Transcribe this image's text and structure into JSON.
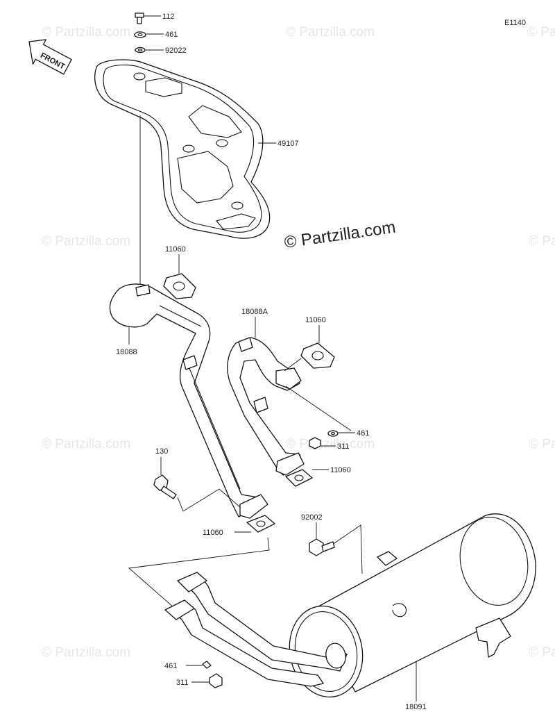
{
  "diagram": {
    "code": "E1140",
    "front_label": "FRONT",
    "copyright": "© Partzilla.com",
    "watermark": "© Partzilla.com",
    "callouts": {
      "bolt_top": "112",
      "washer_top": "461",
      "washer_top_2": "92022",
      "heat_guard": "49107",
      "gasket_upper_left": "11060",
      "pipe_left": "18088",
      "pipe_right": "18088A",
      "gasket_upper_right": "11060",
      "washer_mid": "461",
      "nut_mid": "311",
      "gasket_mid_right": "11060",
      "bolt_130": "130",
      "gasket_lower_left": "11060",
      "bolt_92002": "92002",
      "washer_bottom": "461",
      "nut_bottom": "311",
      "muffler": "18091"
    }
  }
}
